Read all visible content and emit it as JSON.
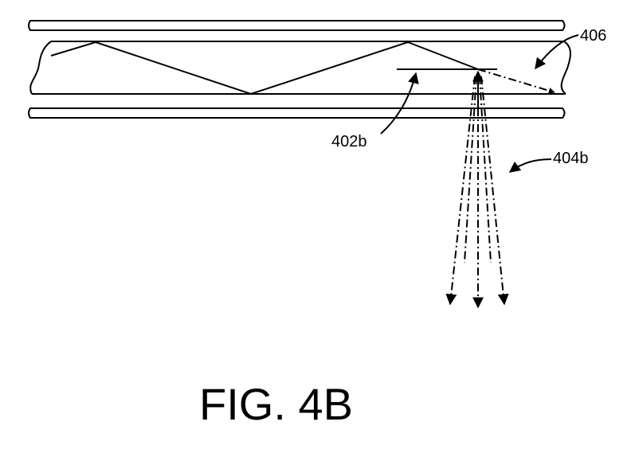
{
  "labels": {
    "waveguide_ref": "406",
    "extraction_feature_ref": "402b",
    "output_rays_ref": "404b"
  },
  "caption": "FIG. 4B",
  "colors": {
    "line": "#000000",
    "background": "#ffffff"
  }
}
